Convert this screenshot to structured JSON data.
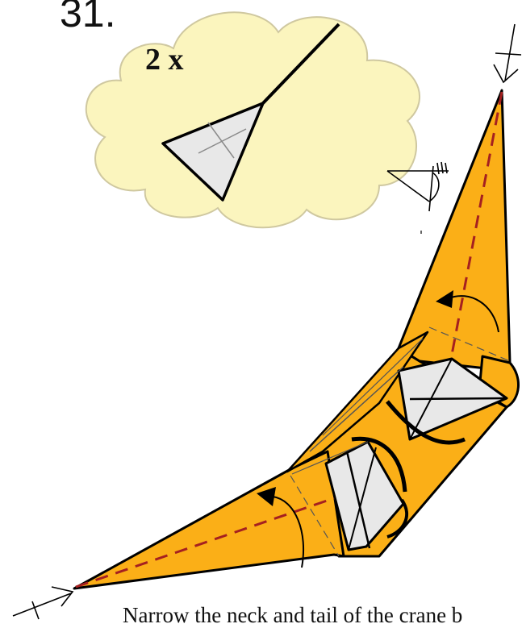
{
  "step": {
    "number": "31.",
    "repeat": "2 x",
    "caption": "Narrow the neck and tail of the crane b"
  },
  "colors": {
    "paper_front": "#FBAF17",
    "paper_back": "#E8E8E8",
    "cloud_fill": "#FBF5BE",
    "cloud_stroke": "#CFC8A0",
    "valley_fold": "#A52020",
    "outline": "#000000"
  },
  "icons": {
    "thought_cloud": "thought-bubble",
    "eye": "view-direction-eye",
    "arrows": [
      "push-arrow",
      "fold-arrow"
    ]
  }
}
